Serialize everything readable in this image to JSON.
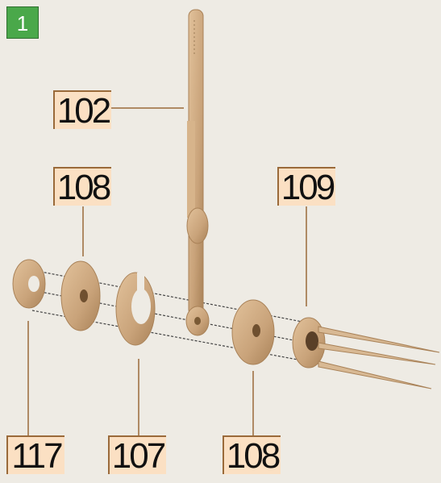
{
  "step": {
    "number": "1"
  },
  "parts": [
    {
      "id": "rod",
      "label": "102",
      "name": "handle rod"
    },
    {
      "id": "washer-a",
      "label": "108",
      "name": "disc washer"
    },
    {
      "id": "washer-b",
      "label": "109",
      "name": "small disc"
    },
    {
      "id": "spacer",
      "label": "117",
      "name": "end spacer"
    },
    {
      "id": "c-ring",
      "label": "107",
      "name": "open ring"
    },
    {
      "id": "washer-c",
      "label": "108",
      "name": "disc washer"
    }
  ],
  "colors": {
    "background": "#eeebe4",
    "wood": "#c9a37a",
    "wood_dark": "#a98258",
    "label_fill": "#fbe0c3",
    "leader": "#9a6a3a",
    "badge": "#4aa84a"
  }
}
